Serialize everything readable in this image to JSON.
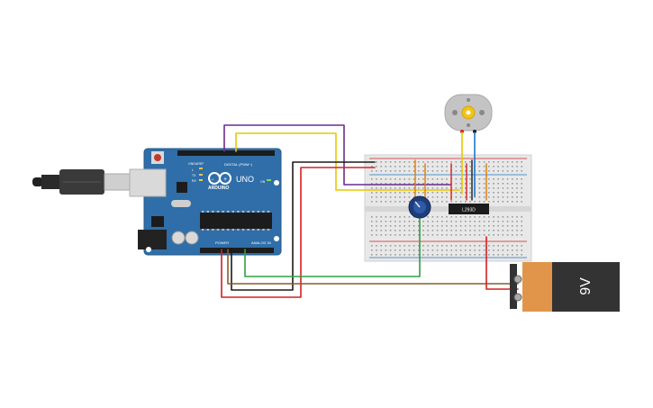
{
  "arduino": {
    "brand": "ARDUINO",
    "model": "UNO",
    "digital_header": "DIGITAL (PWM~)",
    "power_label": "POWER",
    "analog_label": "ANALOG IN",
    "aref_label": "AREF",
    "gnd_label": "GND",
    "tx_label": "TX",
    "rx_label": "RX",
    "l_label": "L",
    "on_label": "ON"
  },
  "motor_driver": {
    "label": "L293D"
  },
  "battery": {
    "label": "9V"
  },
  "colors": {
    "board_blue": "#2f6ea8",
    "wire_purple": "#6a2c8c",
    "wire_yellow": "#e8c700",
    "wire_black": "#1a1a1a",
    "wire_red": "#d42020",
    "wire_green": "#2ea043",
    "wire_brown": "#8b5a2b",
    "wire_orange": "#e07b00",
    "wire_blue": "#1f78c8",
    "battery_orange": "#e0954a",
    "battery_dark": "#333333"
  }
}
